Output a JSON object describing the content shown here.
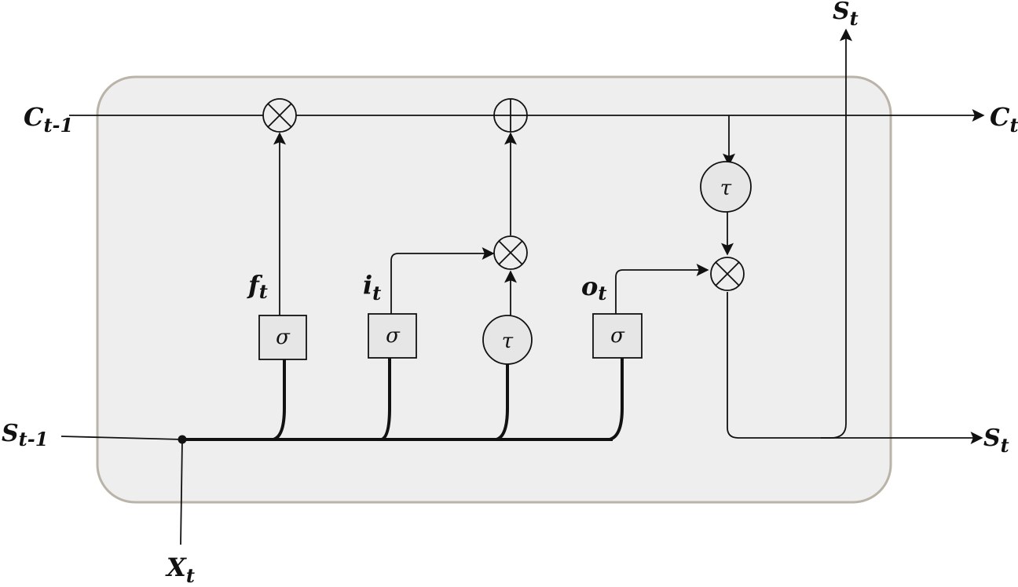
{
  "labels": {
    "c_prev": {
      "base": "C",
      "sub": "t-1"
    },
    "c_next": {
      "base": "C",
      "sub": "t"
    },
    "s_prev": {
      "base": "S",
      "sub": "t-1"
    },
    "s_top": {
      "base": "S",
      "sub": "t"
    },
    "s_right": {
      "base": "S",
      "sub": "t"
    },
    "x_in": {
      "base": "X",
      "sub": "t"
    },
    "forget": {
      "base": "f",
      "sub": "t"
    },
    "input": {
      "base": "i",
      "sub": "t"
    },
    "output": {
      "base": "o",
      "sub": "t"
    }
  },
  "symbols": {
    "sigma": "σ",
    "tau": "τ"
  },
  "colors": {
    "cell_fill": "#eeeeee",
    "cell_border": "#b9b3a8",
    "gate_fill": "#e6e6e6",
    "line": "#111111"
  }
}
